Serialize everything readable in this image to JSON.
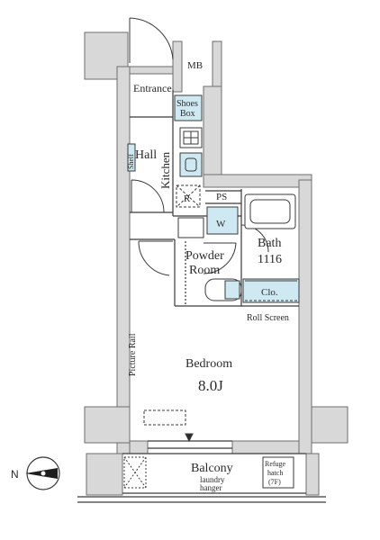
{
  "rooms": {
    "entrance": "Entrance",
    "shoes_box_line1": "Shoes",
    "shoes_box_line2": "Box",
    "mb": "MB",
    "hall": "Hall",
    "kitchen": "Kitchen",
    "shelf": "Shelf",
    "refrigerator": "R",
    "ps": "PS",
    "washer": "W",
    "bath_label": "Bath",
    "bath_size": "1116",
    "powder_room_line1": "Powder",
    "powder_room_line2": "Room",
    "closet": "Clo.",
    "roll_screen": "Roll Screen",
    "picture_rail": "Picture Rail",
    "bedroom_label": "Bedroom",
    "bedroom_size": "8.0J",
    "balcony": "Balcony",
    "laundry_line1": "laundry",
    "laundry_line2": "hanger",
    "refuge_line1": "Refuge",
    "refuge_line2": "hatch",
    "refuge_line3": "(7F)"
  },
  "compass": {
    "label": "N"
  },
  "colors": {
    "wall": "#d8d8d8",
    "wall_stroke": "#6e6e6e",
    "fixture_fill": "#cfe9f2",
    "line": "#3a3a3a"
  }
}
